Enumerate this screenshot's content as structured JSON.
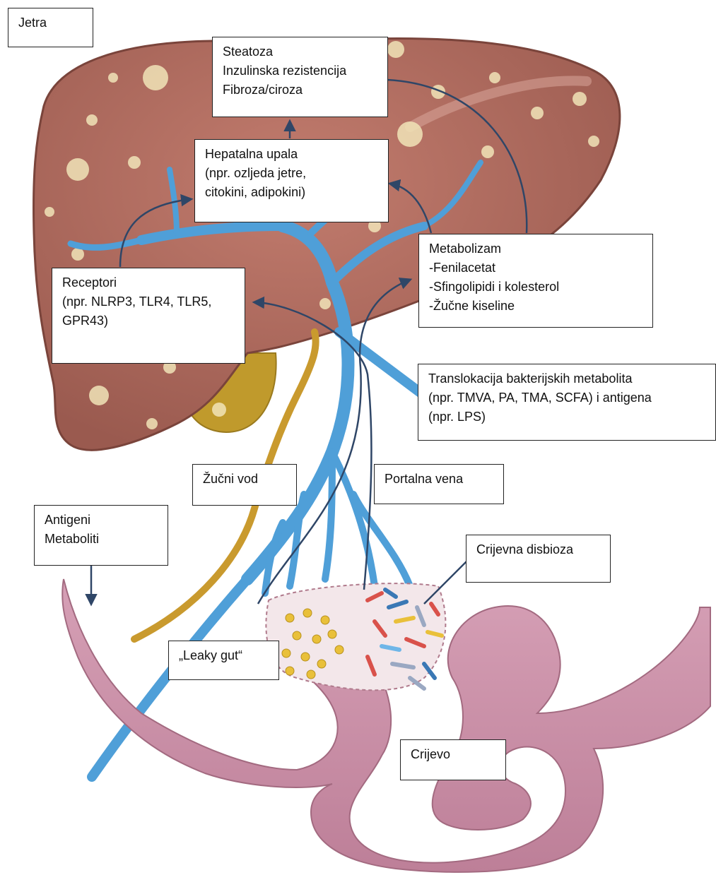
{
  "labels": {
    "jetra": "Jetra",
    "outcomes": [
      "Steatoza",
      "Inzulinska rezistencija",
      "Fibroza/ciroza"
    ],
    "inflammation": [
      "Hepatalna upala",
      "(npr. ozljeda jetre,",
      "citokini, adipokini)"
    ],
    "metabolism": [
      "Metabolizam",
      "-Fenilacetat",
      "-Sfingolipidi i kolesterol",
      "-Žučne kiseline"
    ],
    "receptors": [
      "Receptori",
      "(npr. NLRP3, TLR4, TLR5,",
      "GPR43)"
    ],
    "translocation": [
      "Translokacija bakterijskih metabolita",
      "(npr. TMVA, PA, TMA, SCFA) i antigena",
      "(npr. LPS)"
    ],
    "bile_duct": "Žučni vod",
    "portal_vein": "Portalna vena",
    "antigens": [
      "Antigeni",
      "Metaboliti"
    ],
    "dysbiosis": "Crijevna disbioza",
    "leaky_gut": "„Leaky gut“",
    "intestine": "Crijevo"
  },
  "colors": {
    "liver": "#b06a5e",
    "liver_dark": "#8e4f45",
    "fat_spots": "#f1e4b8",
    "vein": "#4f9fd8",
    "bile_duct": "#c99a2e",
    "gallbladder": "#c09a2c",
    "intestine": "#c98da6",
    "arrow": "#2f4667"
  }
}
